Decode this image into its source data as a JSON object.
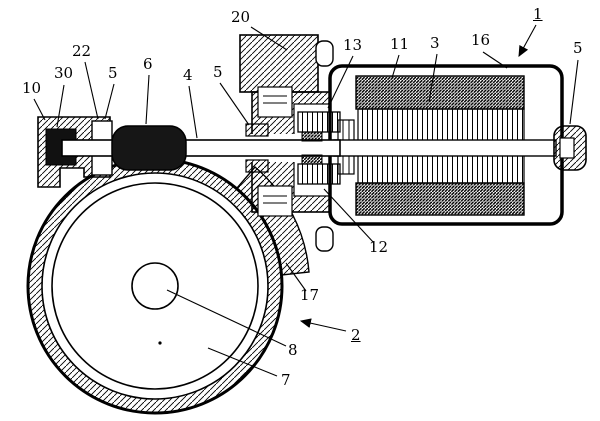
{
  "drawing": {
    "background": "#ffffff",
    "ink": "#000000"
  },
  "labels": [
    {
      "text": "20",
      "underline": false
    },
    {
      "text": "1",
      "underline": true
    },
    {
      "text": "13",
      "underline": false
    },
    {
      "text": "11",
      "underline": false
    },
    {
      "text": "3",
      "underline": false
    },
    {
      "text": "16",
      "underline": false
    },
    {
      "text": "5",
      "underline": false
    },
    {
      "text": "22",
      "underline": false
    },
    {
      "text": "30",
      "underline": false
    },
    {
      "text": "10",
      "underline": false
    },
    {
      "text": "5",
      "underline": false
    },
    {
      "text": "6",
      "underline": false
    },
    {
      "text": "4",
      "underline": false
    },
    {
      "text": "5",
      "underline": false
    },
    {
      "text": "12",
      "underline": false
    },
    {
      "text": "17",
      "underline": false
    },
    {
      "text": "8",
      "underline": false
    },
    {
      "text": "2",
      "underline": true
    },
    {
      "text": "7",
      "underline": false
    }
  ]
}
